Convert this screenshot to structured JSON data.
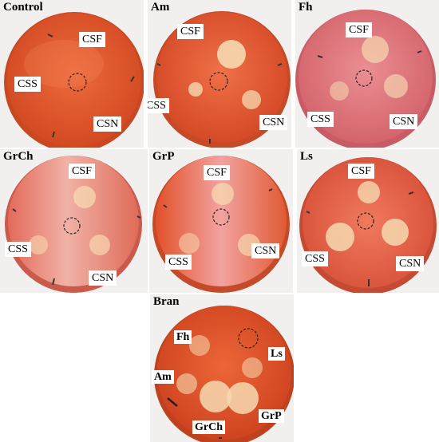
{
  "panels": [
    {
      "title": "Control",
      "labels": [
        "CSF",
        "CSS",
        "CSN"
      ]
    },
    {
      "title": "Am",
      "labels": [
        "CSF",
        "CSS",
        "CSN"
      ]
    },
    {
      "title": "Fh",
      "labels": [
        "CSF",
        "CSS",
        "CSN"
      ]
    },
    {
      "title": "GrCh",
      "labels": [
        "CSF",
        "CSS",
        "CSN"
      ]
    },
    {
      "title": "GrP",
      "labels": [
        "CSF",
        "CSS",
        "CSN"
      ]
    },
    {
      "title": "Ls",
      "labels": [
        "CSF",
        "CSS",
        "CSN"
      ]
    },
    {
      "title": "Bran",
      "labels": [
        "Fh",
        "Ls",
        "Am",
        "GrCh",
        "GrP"
      ]
    }
  ],
  "colors": {
    "plate_orange": "#e2552c",
    "plate_pink": "#e37a7e",
    "halo": "#f6d9b0"
  }
}
